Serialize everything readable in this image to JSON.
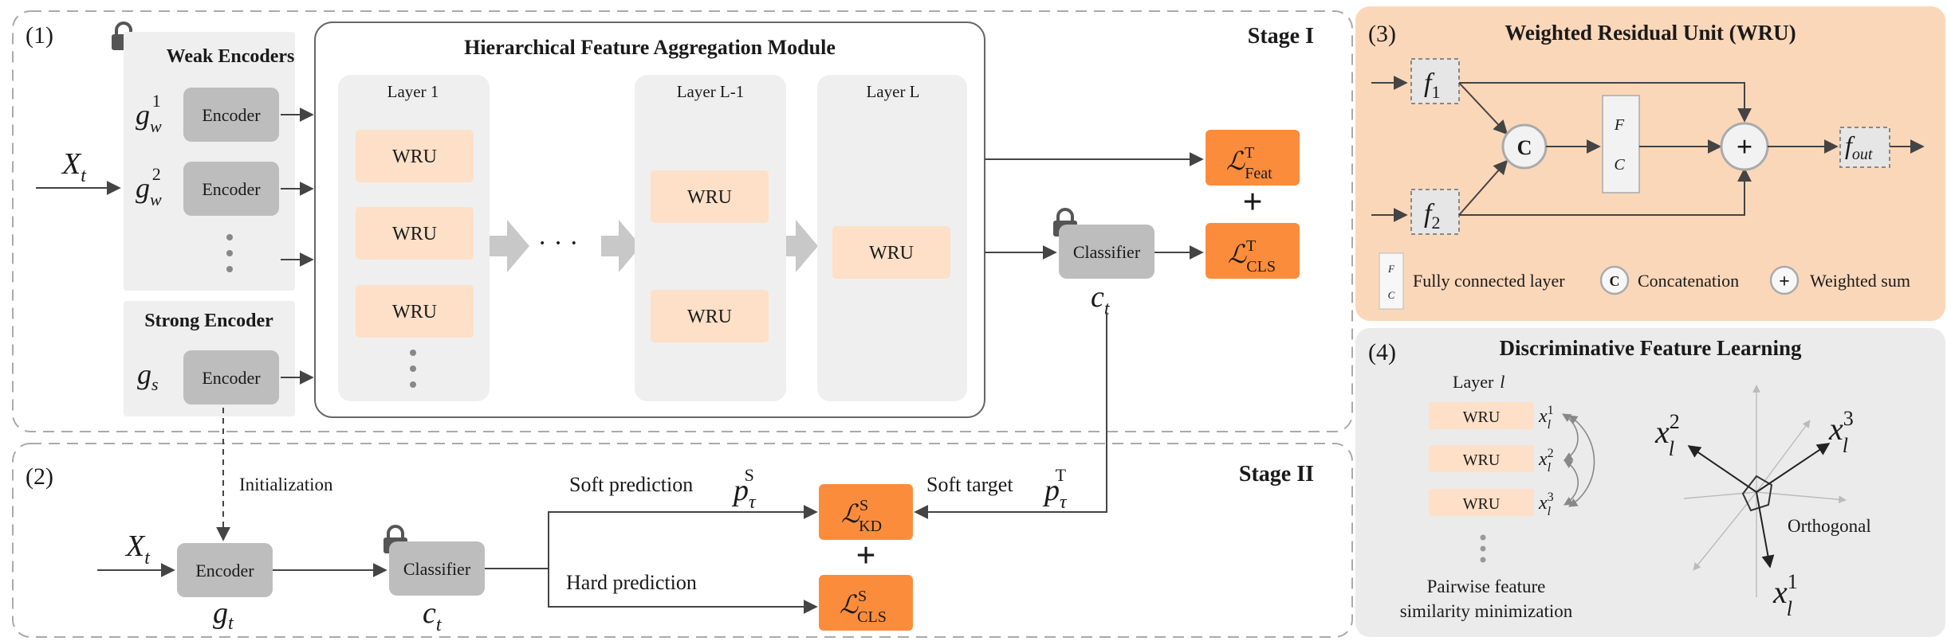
{
  "panel1": {
    "number": "(1)",
    "stage": "Stage I",
    "weak_encoders": {
      "title": "Weak Encoders",
      "encoders": [
        {
          "symbol": "g",
          "sub": "w",
          "sup": "1",
          "label": "Encoder"
        },
        {
          "symbol": "g",
          "sub": "w",
          "sup": "2",
          "label": "Encoder"
        }
      ],
      "ellipsis": "⋮"
    },
    "strong_encoder": {
      "title": "Strong Encoder",
      "symbol": "g",
      "sub": "s",
      "label": "Encoder"
    },
    "input": {
      "symbol": "X",
      "sub": "t"
    },
    "hfam": {
      "title": "Hierarchical Feature Aggregation Module",
      "layers": [
        {
          "title": "Layer 1",
          "units": [
            "WRU",
            "WRU",
            "WRU"
          ],
          "ellipsis": "⋮"
        },
        {
          "title": "Layer L-1",
          "units": [
            "WRU",
            "WRU"
          ]
        },
        {
          "title": "Layer L",
          "units": [
            "WRU"
          ]
        }
      ],
      "dots": "· · ·"
    },
    "classifier": {
      "label": "Classifier",
      "symbol": "c",
      "sub": "t"
    },
    "loss_feat": {
      "symbol": "ℒ",
      "sup": "T",
      "sub": "Feat"
    },
    "loss_cls": {
      "symbol": "ℒ",
      "sup": "T",
      "sub": "CLS"
    },
    "plus": "+"
  },
  "panel2": {
    "number": "(2)",
    "stage": "Stage II",
    "initialization": "Initialization",
    "input": {
      "symbol": "X",
      "sub": "t"
    },
    "encoder": {
      "label": "Encoder",
      "symbol": "g",
      "sub": "t"
    },
    "classifier": {
      "label": "Classifier",
      "symbol": "c",
      "sub": "t"
    },
    "soft_prediction": "Soft prediction",
    "hard_prediction": "Hard prediction",
    "soft_target": "Soft target",
    "p_student": {
      "symbol": "p",
      "sub": "τ",
      "sup": "S"
    },
    "p_teacher": {
      "symbol": "p",
      "sub": "τ",
      "sup": "T"
    },
    "loss_kd": {
      "symbol": "ℒ",
      "sup": "S",
      "sub": "KD"
    },
    "loss_cls": {
      "symbol": "ℒ",
      "sup": "S",
      "sub": "CLS"
    },
    "plus": "+"
  },
  "panel3": {
    "number": "(3)",
    "title": "Weighted Residual Unit (WRU)",
    "f1": {
      "symbol": "f",
      "sub": "1"
    },
    "f2": {
      "symbol": "f",
      "sub": "2"
    },
    "fout": {
      "symbol": "f",
      "sub": "out"
    },
    "concat_symbol": "C",
    "sum_symbol": "+",
    "fc_top": "F",
    "fc_bottom": "C",
    "legend": {
      "fc": "Fully connected layer",
      "concat": "Concatenation",
      "sum": "Weighted sum"
    }
  },
  "panel4": {
    "number": "(4)",
    "title": "Discriminative Feature Learning",
    "layer_label": "Layer",
    "layer_symbol": "l",
    "units": [
      {
        "label": "WRU",
        "sup": "1"
      },
      {
        "label": "WRU",
        "sup": "2"
      },
      {
        "label": "WRU",
        "sup": "3"
      }
    ],
    "ellipsis": "⋮",
    "caption_line1": "Pairwise feature",
    "caption_line2": "similarity minimization",
    "orthogonal": "Orthogonal",
    "vectors": [
      {
        "symbol": "x",
        "sub": "l",
        "sup": "2"
      },
      {
        "symbol": "x",
        "sub": "l",
        "sup": "3"
      },
      {
        "symbol": "x",
        "sub": "l",
        "sup": "1"
      }
    ]
  },
  "colors": {
    "orange": "#fb8c3c",
    "peach": "#fde0c7",
    "grey_box": "#efefef",
    "encoder_grey": "#bdbdbd",
    "panel3_bg": "#fbd7b9",
    "panel4_bg": "#ebebeb",
    "line": "#444444"
  }
}
